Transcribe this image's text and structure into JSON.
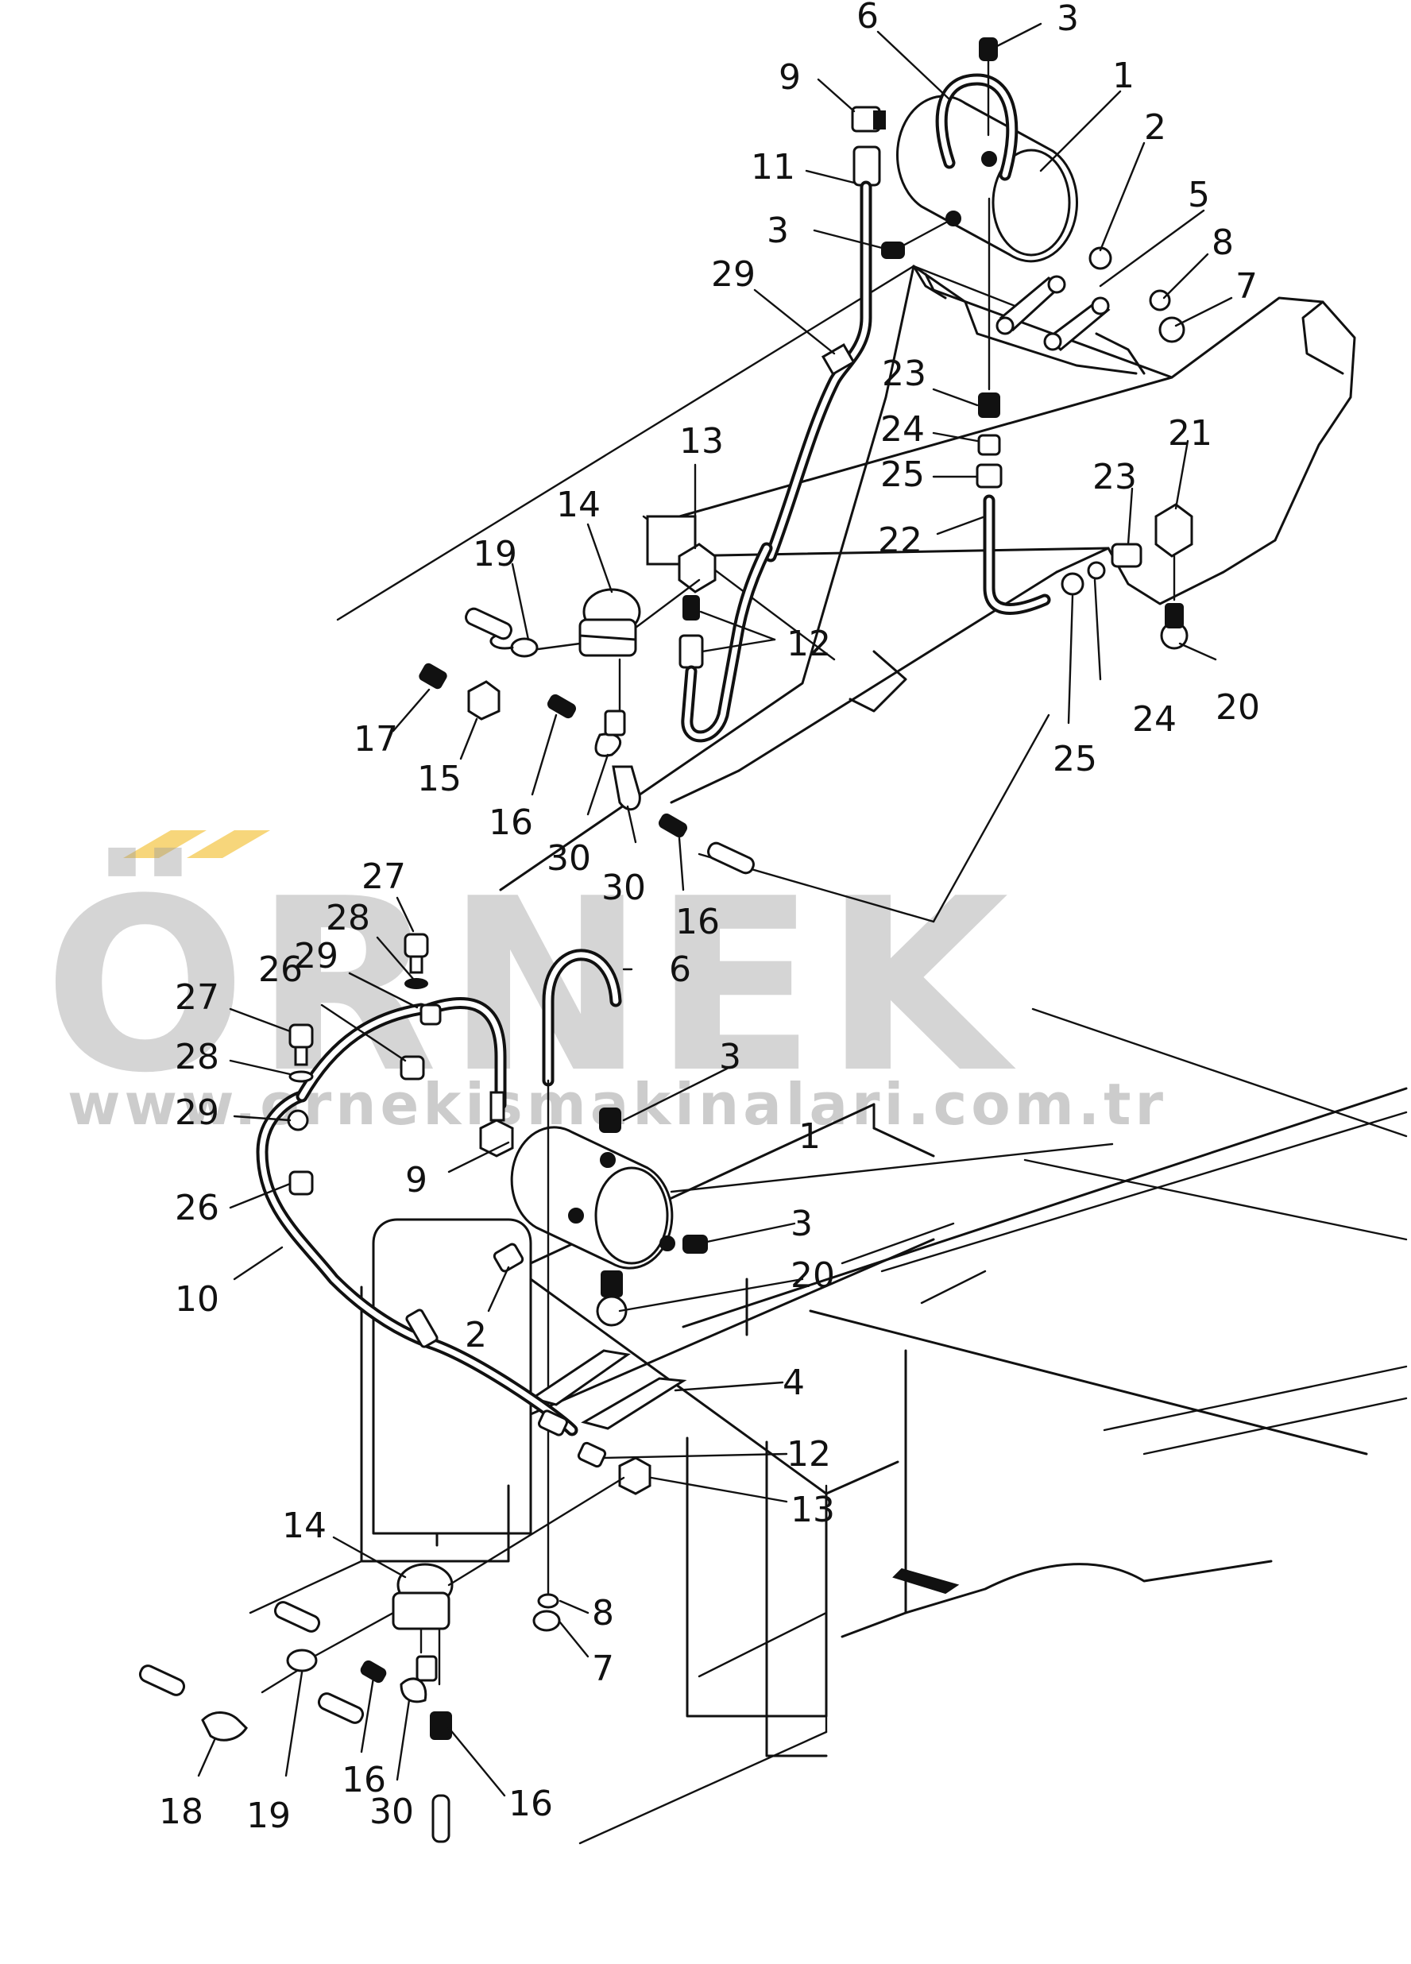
{
  "watermark": {
    "brand": "ÖRNEK",
    "url": "www.ornekismakinalari.com.tr",
    "accent_color": "#f5cc5a",
    "text_color": "#9a9a9a"
  },
  "callouts_upper": [
    "6",
    "3",
    "9",
    "1",
    "2",
    "11",
    "5",
    "8",
    "3",
    "7",
    "29",
    "23",
    "24",
    "25",
    "21",
    "23",
    "13",
    "14",
    "22",
    "19",
    "12",
    "17",
    "15",
    "16",
    "30",
    "24",
    "20",
    "25",
    "30",
    "16"
  ],
  "callouts_lower": [
    "27",
    "28",
    "29",
    "26",
    "6",
    "27",
    "28",
    "29",
    "3",
    "26",
    "1",
    "9",
    "3",
    "20",
    "10",
    "2",
    "4",
    "12",
    "13",
    "14",
    "8",
    "7",
    "18",
    "19",
    "16",
    "30",
    "16"
  ]
}
